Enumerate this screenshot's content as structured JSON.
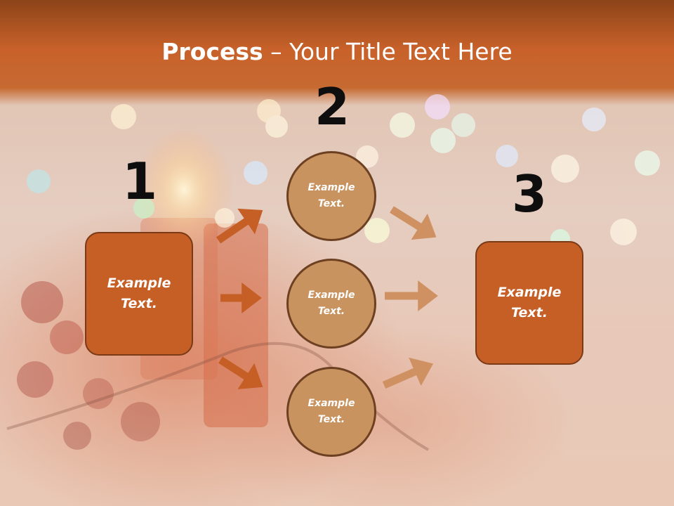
{
  "title": {
    "bold": "Process",
    "rest": " – Your Title Text Here"
  },
  "steps": [
    {
      "number": "1",
      "text": "Example\nText."
    },
    {
      "number": "2",
      "items": [
        "Example\nText.",
        "Example\nText.",
        "Example\nText."
      ]
    },
    {
      "number": "3",
      "text": "Example\nText."
    }
  ],
  "colors": {
    "header": "#c8612a",
    "box_fill": "#c55f26",
    "circle_fill": "#c9935f",
    "arrow_dark": "#c55f26",
    "arrow_light": "#cf9161"
  }
}
